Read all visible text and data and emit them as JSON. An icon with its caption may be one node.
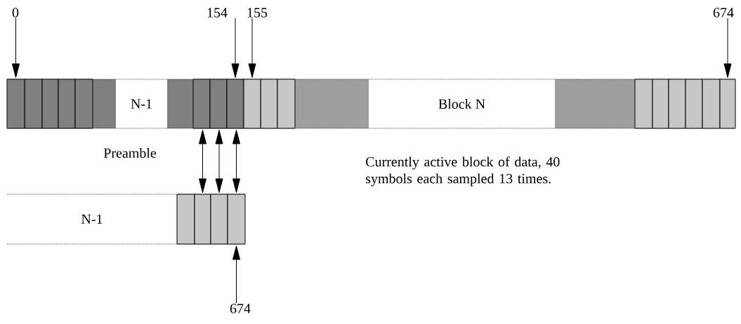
{
  "diagram": {
    "nodes": [
      {
        "text": [
          "0"
        ]
      },
      {
        "text": [
          "154"
        ]
      },
      {
        "text": [
          "155"
        ]
      },
      {
        "text": [
          "674"
        ]
      },
      {
        "text": [],
        "shape": "box"
      },
      {
        "text": [
          "N-1"
        ]
      },
      {
        "text": [],
        "shape": "box"
      },
      {
        "text": [],
        "shape": "box"
      },
      {
        "text": [],
        "shape": "box"
      },
      {
        "text": [],
        "shape": "box"
      },
      {
        "text": [
          "Block N"
        ]
      },
      {
        "text": [],
        "shape": "box"
      },
      {
        "text": [
          "N-1"
        ]
      },
      {
        "text": [],
        "shape": "box"
      },
      {
        "text": [],
        "shape": "box"
      },
      {
        "text": [],
        "shape": "box"
      },
      {
        "text": [
          "674"
        ]
      }
    ],
    "edges": [
      {
        "from": 0,
        "to": 4,
        "arrow": "to"
      },
      {
        "from": 1,
        "to": 8,
        "arrow": "to"
      },
      {
        "from": 2,
        "to": 9,
        "arrow": "to"
      },
      {
        "from": 3,
        "to": 11,
        "arrow": "to"
      },
      {
        "from": 6,
        "to": 13,
        "arrow": "both"
      },
      {
        "from": 7,
        "to": 14,
        "arrow": "both"
      },
      {
        "from": 8,
        "to": 15,
        "arrow": "both"
      },
      {
        "from": 16,
        "to": 15,
        "arrow": "to"
      }
    ],
    "labels": [
      "Preamble",
      "Currently active block of data, 40 symbols each sampled 13 times."
    ]
  }
}
